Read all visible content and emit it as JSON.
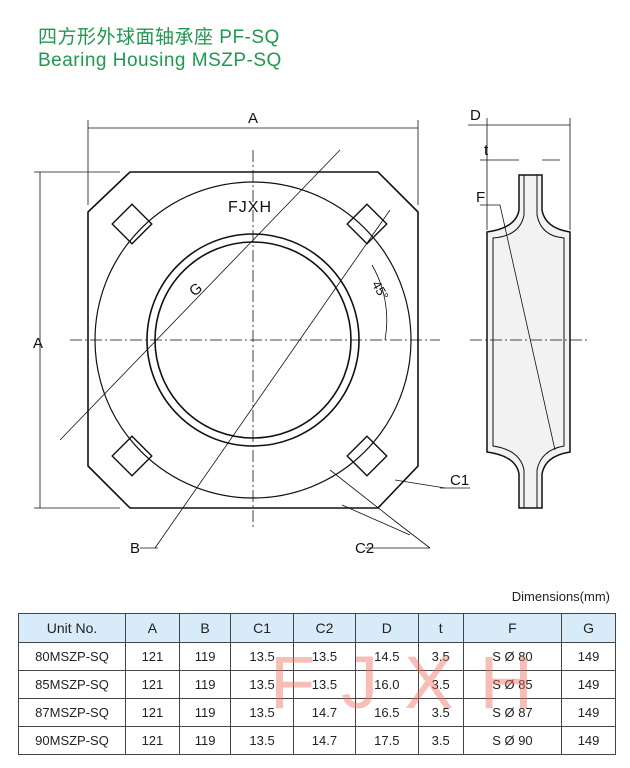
{
  "title": {
    "zh": "四方形外球面轴承座 PF-SQ",
    "en": "Bearing Housing MSZP-SQ"
  },
  "drawing": {
    "labels": {
      "A_top": "A",
      "A_left": "A",
      "D": "D",
      "t": "t",
      "F": "F",
      "G": "G",
      "brand": "FJXH",
      "angle": "45°",
      "B": "B",
      "C1": "C1",
      "C2": "C2"
    }
  },
  "table": {
    "caption": "Dimensions(mm)",
    "headers": [
      "Unit No.",
      "A",
      "B",
      "C1",
      "C2",
      "D",
      "t",
      "F",
      "G"
    ],
    "rows": [
      [
        "80MSZP-SQ",
        "121",
        "119",
        "13.5",
        "13.5",
        "14.5",
        "3.5",
        "S Ø 80",
        "149"
      ],
      [
        "85MSZP-SQ",
        "121",
        "119",
        "13.5",
        "13.5",
        "16.0",
        "3.5",
        "S Ø 85",
        "149"
      ],
      [
        "87MSZP-SQ",
        "121",
        "119",
        "13.5",
        "14.7",
        "16.5",
        "3.5",
        "S Ø 87",
        "149"
      ],
      [
        "90MSZP-SQ",
        "121",
        "119",
        "13.5",
        "14.7",
        "17.5",
        "3.5",
        "S Ø 90",
        "149"
      ]
    ],
    "watermark": "FJXH",
    "header_bg": "#d7ebf8"
  }
}
